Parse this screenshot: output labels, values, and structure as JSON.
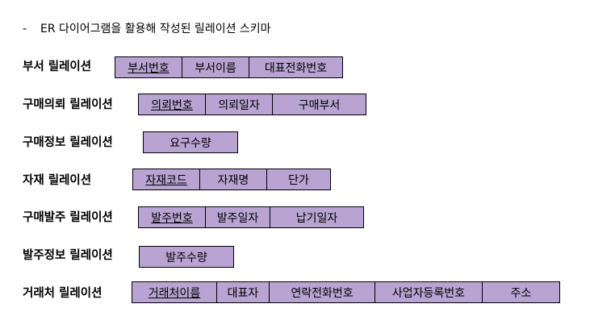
{
  "heading": {
    "dash": "-",
    "text": "ER 다이어그램을 활용해 작성된 릴레이션 스키마"
  },
  "colors": {
    "cell_fill": "#b8a3d2",
    "border": "#000000"
  },
  "relations": [
    {
      "name": "부서 릴레이션",
      "attributes": [
        {
          "label": "부서번호",
          "key": true
        },
        {
          "label": "부서이름",
          "key": false
        },
        {
          "label": "대표전화번호",
          "key": false
        }
      ]
    },
    {
      "name": "구매의뢰 릴레이션",
      "attributes": [
        {
          "label": "의뢰번호",
          "key": true
        },
        {
          "label": "의뢰일자",
          "key": false
        },
        {
          "label": "구매부서",
          "key": false
        }
      ]
    },
    {
      "name": "구매정보 릴레이션",
      "attributes": [
        {
          "label": "요구수량",
          "key": false
        }
      ]
    },
    {
      "name": "자재 릴레이션",
      "attributes": [
        {
          "label": "자재코드",
          "key": true
        },
        {
          "label": "자재명",
          "key": false
        },
        {
          "label": "단가",
          "key": false
        }
      ]
    },
    {
      "name": "구매발주 릴레이션",
      "attributes": [
        {
          "label": "발주번호",
          "key": true
        },
        {
          "label": "발주일자",
          "key": false
        },
        {
          "label": "납기일자",
          "key": false
        }
      ]
    },
    {
      "name": "발주정보 릴레이션",
      "attributes": [
        {
          "label": "발주수량",
          "key": false
        }
      ]
    },
    {
      "name": "거래처 릴레이션",
      "attributes": [
        {
          "label": "거래처이름",
          "key": true
        },
        {
          "label": "대표자",
          "key": false
        },
        {
          "label": "연락전화번호",
          "key": false
        },
        {
          "label": "사업자등록번호",
          "key": false
        },
        {
          "label": "주소",
          "key": false
        }
      ]
    }
  ]
}
